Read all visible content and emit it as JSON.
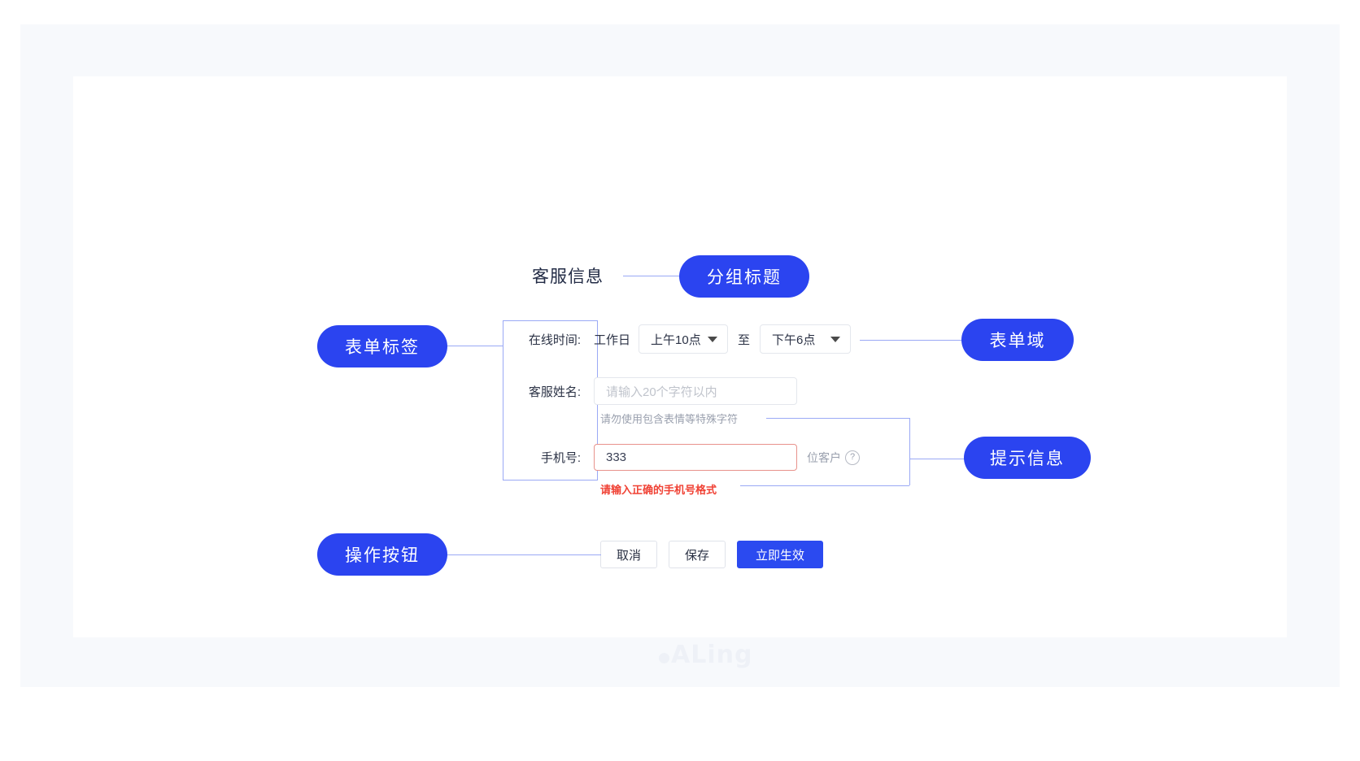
{
  "group": {
    "title": "客服信息"
  },
  "form": {
    "online_time": {
      "label": "在线时间:",
      "weekday": "工作日",
      "start_value": "上午10点",
      "between": "至",
      "end_value": "下午6点",
      "caret_icon": "chevron-down-icon"
    },
    "agent_name": {
      "label": "客服姓名:",
      "placeholder": "请输入20个字符以内",
      "value": "",
      "helper": "请勿使用包含表情等特殊字符"
    },
    "phone": {
      "label": "手机号:",
      "value": "333",
      "suffix": "位客户",
      "suffix_icon": "question-circle-icon",
      "error": "请输入正确的手机号格式"
    }
  },
  "buttons": {
    "cancel": "取消",
    "save": "保存",
    "apply": "立即生效"
  },
  "annotations": {
    "form_label": "表单标签",
    "group_title": "分组标题",
    "form_field": "表单域",
    "tip": "提示信息",
    "actions": "操作按钮"
  },
  "watermark": {
    "text": "ALing"
  },
  "colors": {
    "accent": "#2b44f0",
    "error": "#f04134",
    "line": "#9aa9f5",
    "page_bg": "#f7f9fc"
  }
}
